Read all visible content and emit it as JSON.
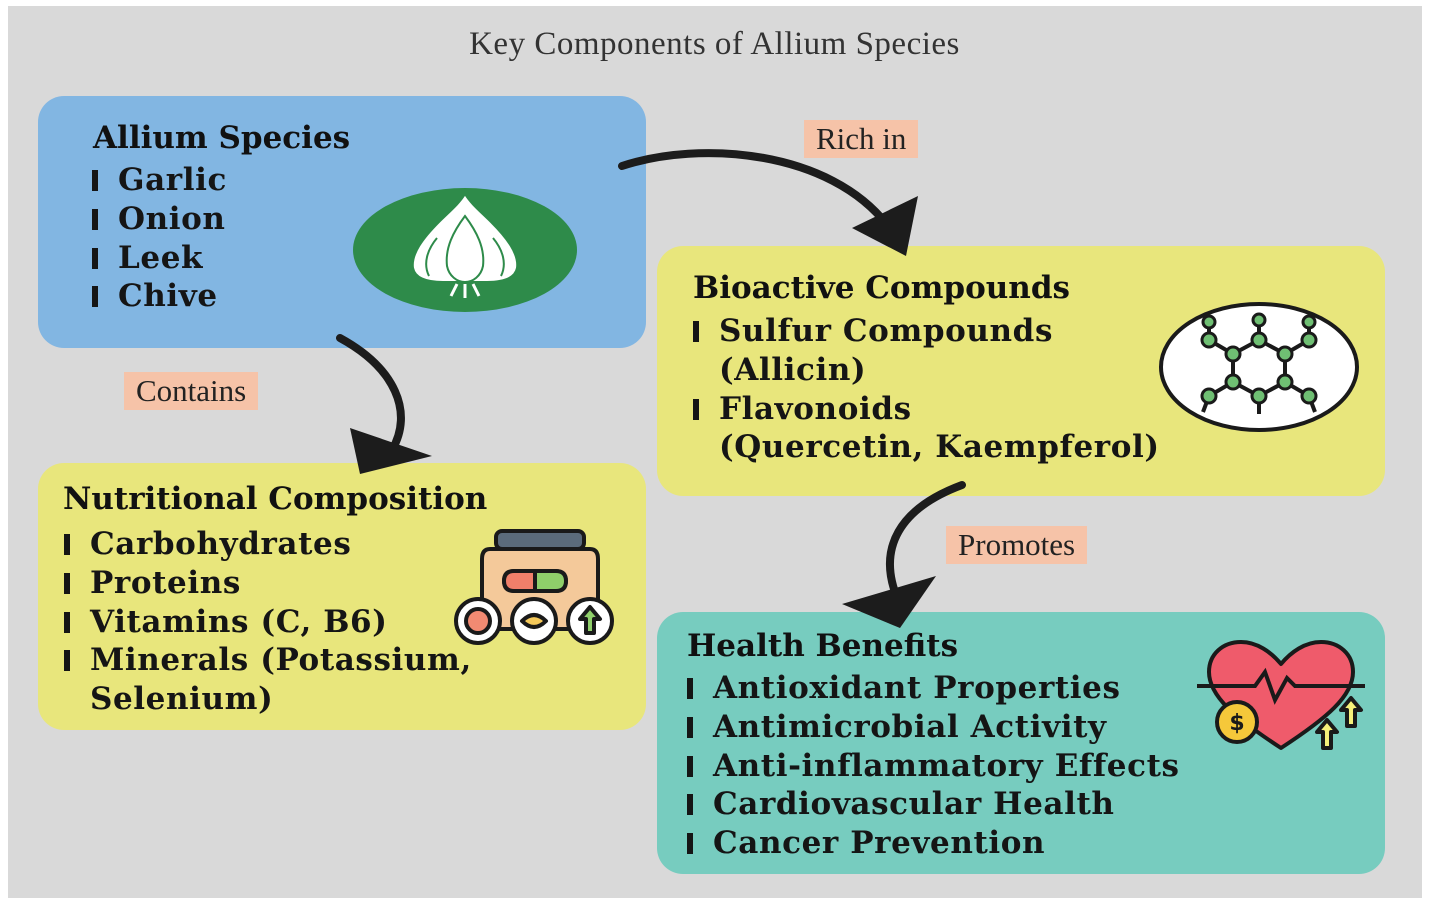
{
  "title": "Key Components of Allium Species",
  "colors": {
    "background": "#d9d9d9",
    "allium_box": "#82b6e2",
    "nutrition_box": "#e8e67c",
    "bioactive_box": "#e8e67c",
    "health_box": "#77ccbf",
    "label_bg": "#f6c3a8",
    "arrow": "#1c1c1c"
  },
  "boxes": {
    "allium": {
      "title": "Allium Species",
      "items": [
        "Garlic",
        "Onion",
        "Leek",
        "Chive"
      ],
      "icon": "garlic-icon"
    },
    "nutrition": {
      "title": "Nutritional Composition",
      "items": [
        "Carbohydrates",
        "Proteins",
        "Vitamins (C, B6)",
        "Minerals (Potassium,"
      ],
      "items_continued": [
        "Selenium)"
      ],
      "icon": "supplement-jar-icon"
    },
    "bioactive": {
      "title": "Bioactive Compounds",
      "item1": "Sulfur Compounds",
      "item1_sub": "(Allicin)",
      "item2": "Flavonoids",
      "item2_sub": "(Quercetin, Kaempferol)",
      "icon": "molecule-icon"
    },
    "health": {
      "title": "Health Benefits",
      "items": [
        "Antioxidant Properties",
        "Antimicrobial Activity",
        "Anti-inflammatory Effects",
        "Cardiovascular Health",
        "Cancer Prevention"
      ],
      "icon": "heart-health-icon"
    }
  },
  "edges": {
    "rich_in": "Rich in",
    "contains": "Contains",
    "promotes": "Promotes"
  }
}
